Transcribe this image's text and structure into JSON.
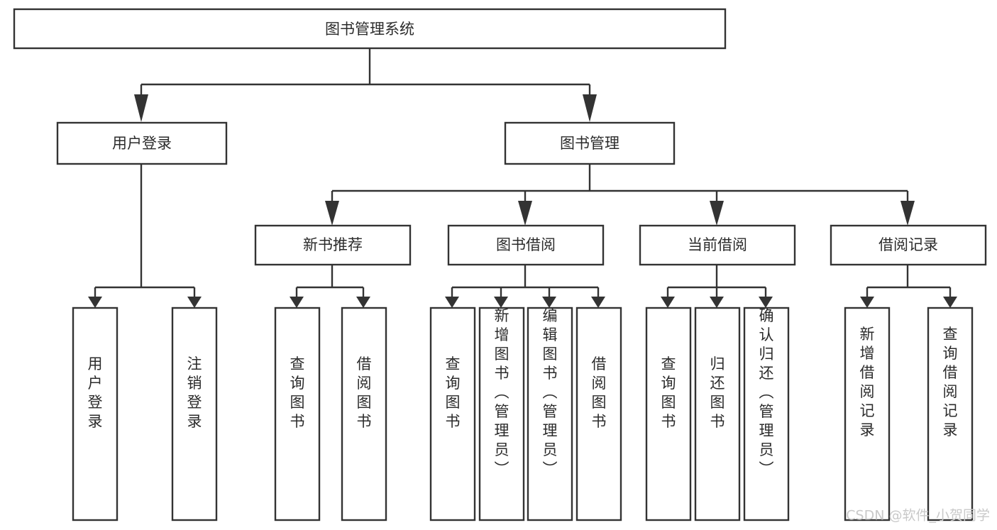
{
  "diagram": {
    "kind": "tree-hierarchy-chart",
    "title": "图书管理系统",
    "orientation": "top-down",
    "colors": {
      "box_fill": "#ffffff",
      "box_stroke": "#333333",
      "text": "#2b2b2b",
      "background": "#ffffff",
      "watermark": "#c9c9c9"
    },
    "levels": {
      "root": {
        "label": "图书管理系统"
      },
      "level1": [
        {
          "id": "user-login",
          "label": "用户登录"
        },
        {
          "id": "book-manage",
          "label": "图书管理"
        }
      ],
      "level2": [
        {
          "id": "new-book-recommend",
          "label": "新书推荐",
          "parent": "book-manage"
        },
        {
          "id": "book-borrow",
          "label": "图书借阅",
          "parent": "book-manage"
        },
        {
          "id": "current-borrow",
          "label": "当前借阅",
          "parent": "book-manage"
        },
        {
          "id": "borrow-record",
          "label": "借阅记录",
          "parent": "book-manage"
        }
      ],
      "leaves": [
        {
          "id": "leaf-user-login",
          "label": "用户登录",
          "parent": "user-login"
        },
        {
          "id": "leaf-logout",
          "label": "注销登录",
          "parent": "user-login"
        },
        {
          "id": "leaf-query-book-1",
          "label": "查询图书",
          "parent": "new-book-recommend"
        },
        {
          "id": "leaf-borrow-book-1",
          "label": "借阅图书",
          "parent": "new-book-recommend"
        },
        {
          "id": "leaf-query-book-2",
          "label": "查询图书",
          "parent": "book-borrow"
        },
        {
          "id": "leaf-add-book",
          "label": "新增图书（管理员）",
          "parent": "book-borrow"
        },
        {
          "id": "leaf-edit-book",
          "label": "编辑图书（管理员）",
          "parent": "book-borrow"
        },
        {
          "id": "leaf-borrow-book-2",
          "label": "借阅图书",
          "parent": "book-borrow"
        },
        {
          "id": "leaf-query-book-3",
          "label": "查询图书",
          "parent": "current-borrow"
        },
        {
          "id": "leaf-return-book",
          "label": "归还图书",
          "parent": "current-borrow"
        },
        {
          "id": "leaf-confirm-return",
          "label": "确认归还（管理员）",
          "parent": "current-borrow"
        },
        {
          "id": "leaf-add-record",
          "label": "新增借阅记录",
          "parent": "borrow-record"
        },
        {
          "id": "leaf-query-record",
          "label": "查询借阅记录",
          "parent": "borrow-record"
        }
      ]
    },
    "watermark": "CSDN @软件_小贺同学"
  }
}
